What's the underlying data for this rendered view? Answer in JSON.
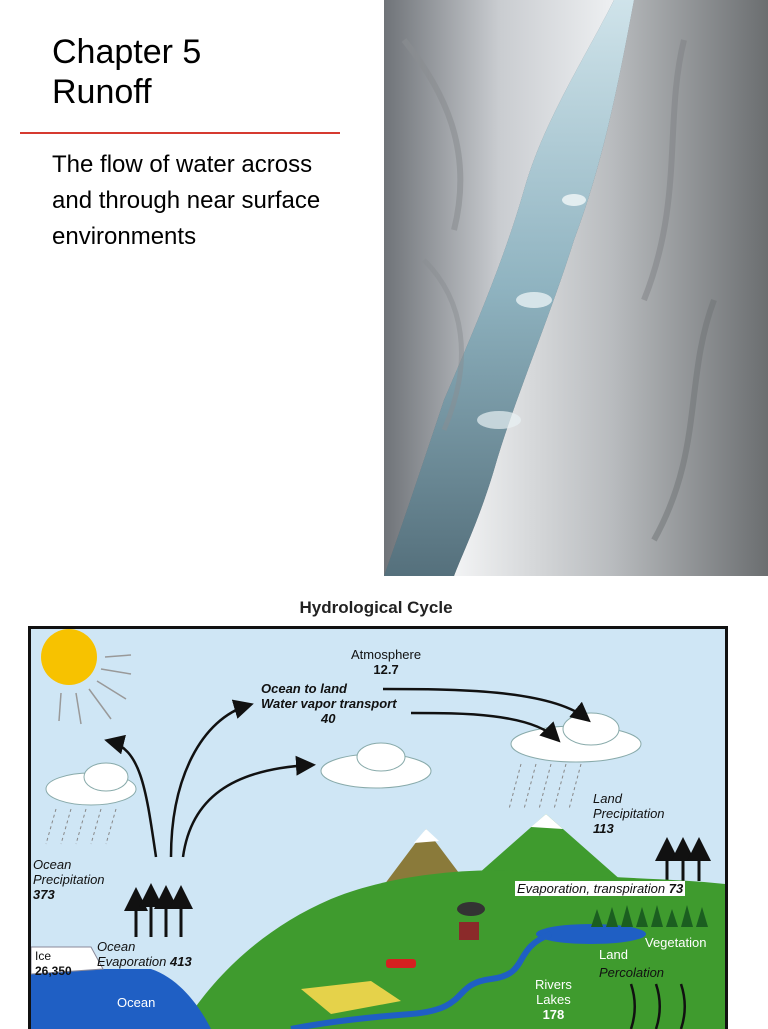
{
  "slide": {
    "title_line1": "Chapter 5",
    "title_line2": "Runoff",
    "body": "The flow of water across and through near surface environments"
  },
  "photo": {
    "icon": "glacial-meltwater-channel-photo"
  },
  "diagram": {
    "title": "Hydrological Cycle",
    "atmosphere": {
      "label": "Atmosphere",
      "value": "12.7"
    },
    "transport": {
      "line1": "Ocean to land",
      "line2": "Water vapor transport",
      "value": "40"
    },
    "land_precip": {
      "line1": "Land",
      "line2": "Precipitation",
      "value": "113"
    },
    "ocean_precip": {
      "line1": "Ocean",
      "line2": "Precipitation",
      "value": "373"
    },
    "ocean_evap": {
      "line1": "Ocean",
      "line2": "Evaporation",
      "value": "413"
    },
    "evapotranspiration": {
      "label": "Evaporation, transpiration",
      "value": "73"
    },
    "ice": {
      "label": "Ice",
      "value": "26,350"
    },
    "ocean": "Ocean",
    "vegetation": "Vegetation",
    "land": "Land",
    "percolation": "Percolation",
    "rivers": {
      "line1": "Rivers",
      "line2": "Lakes",
      "value": "178"
    },
    "colors": {
      "sky": "#cfe6f5",
      "ocean": "#1f5fc4",
      "land": "#3f9b2e",
      "sun": "#f7c200"
    }
  }
}
